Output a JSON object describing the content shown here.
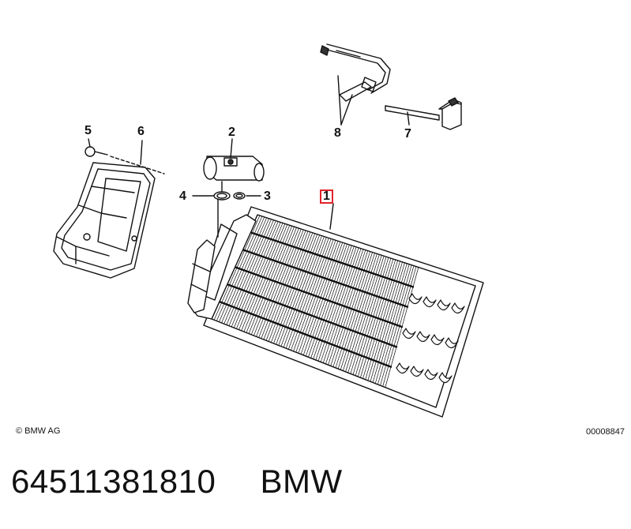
{
  "callouts": [
    {
      "id": "1",
      "label": "1",
      "highlighted": true
    },
    {
      "id": "2",
      "label": "2",
      "highlighted": false
    },
    {
      "id": "3",
      "label": "3",
      "highlighted": false
    },
    {
      "id": "4",
      "label": "4",
      "highlighted": false
    },
    {
      "id": "5",
      "label": "5",
      "highlighted": false
    },
    {
      "id": "6",
      "label": "6",
      "highlighted": false
    },
    {
      "id": "7",
      "label": "7",
      "highlighted": false
    },
    {
      "id": "8",
      "label": "8",
      "highlighted": false
    }
  ],
  "footer": {
    "copyright": "© BMW AG",
    "diagram_id": "00008847"
  },
  "part": {
    "number": "64511381810",
    "brand": "BMW"
  },
  "colors": {
    "highlight": "#e0232a",
    "line": "#111111"
  }
}
